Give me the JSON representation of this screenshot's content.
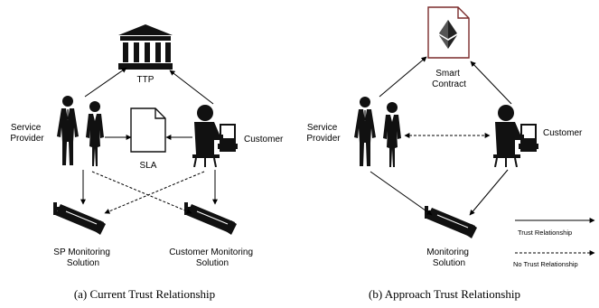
{
  "panel_a": {
    "ttp_label": "TTP",
    "service_provider": [
      "Service",
      "Provider"
    ],
    "sla_label": "SLA",
    "customer_label": "Customer",
    "sp_monitoring": [
      "SP Monitoring",
      "Solution"
    ],
    "customer_monitoring": [
      "Customer Monitoring",
      "Solution"
    ],
    "caption": "(a) Current Trust Relationship"
  },
  "panel_b": {
    "smart_contract": [
      "Smart",
      "Contract"
    ],
    "service_provider": [
      "Service",
      "Provider"
    ],
    "customer_label": "Customer",
    "monitoring": [
      "Monitoring",
      "Solution"
    ],
    "caption": "(b) Approach Trust Relationship"
  },
  "legend": {
    "trust": "Trust Relationship",
    "no_trust": "No Trust Relationship"
  },
  "icons": [
    "bank-icon",
    "document-icon",
    "ethereum-icon",
    "business-people-icon",
    "customer-at-computer-icon",
    "cctv-camera-icon"
  ]
}
